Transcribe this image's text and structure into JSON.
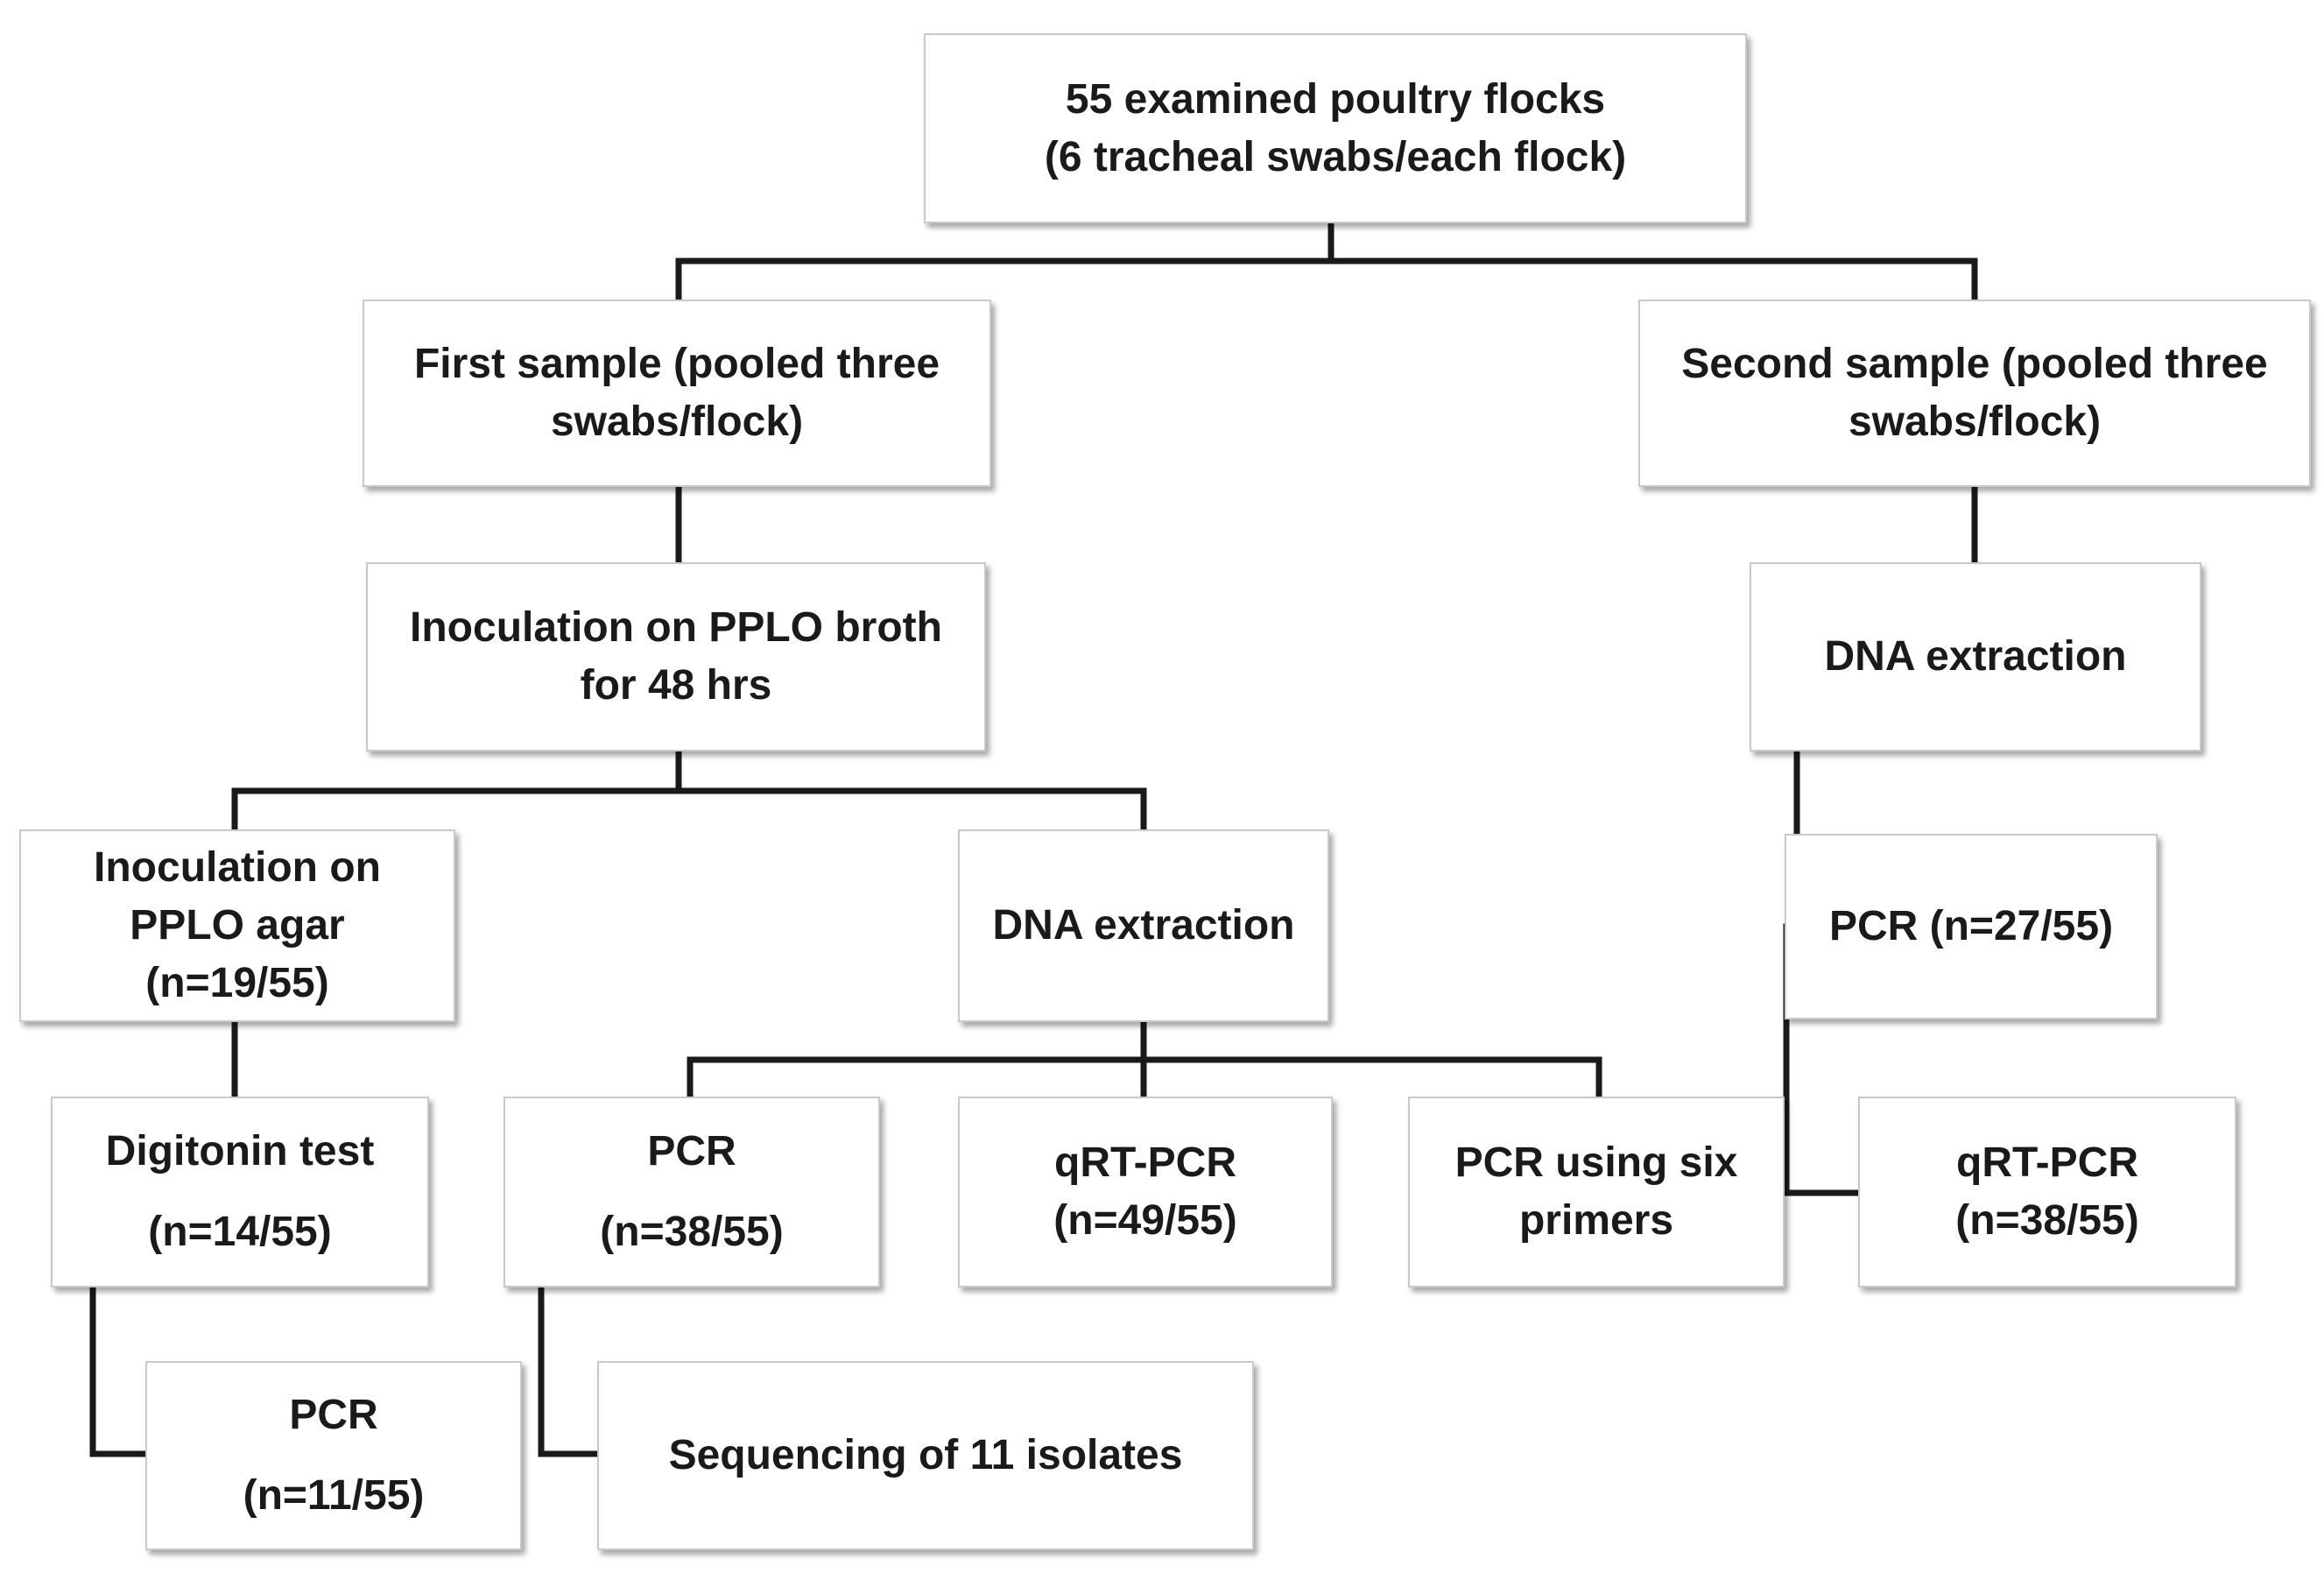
{
  "flowchart": {
    "root": [
      "55 examined poultry flocks",
      "(6 tracheal swabs/each flock)"
    ],
    "first_sample": [
      "First sample (pooled three",
      "swabs/flock)"
    ],
    "second_sample": [
      "Second sample (pooled three",
      "swabs/flock)"
    ],
    "inoculation_broth": [
      "Inoculation on PPLO broth",
      "for 48 hrs"
    ],
    "dna_extraction_right": [
      "DNA extraction"
    ],
    "inoculation_agar": [
      "Inoculation on",
      "PPLO agar",
      "(n=19/55)"
    ],
    "dna_extraction_mid": [
      "DNA extraction"
    ],
    "pcr_right": [
      "PCR (n=27/55)"
    ],
    "digitonin": [
      "Digitonin test",
      "(n=14/55)"
    ],
    "pcr_mid": [
      "PCR",
      "(n=38/55)"
    ],
    "qrtpcr_mid": [
      "qRT-PCR",
      "(n=49/55)"
    ],
    "pcr_six_primers": [
      "PCR using six",
      "primers"
    ],
    "qrtpcr_right": [
      "qRT-PCR",
      "(n=38/55)"
    ],
    "pcr_left": [
      "PCR",
      "(n=11/55)"
    ],
    "sequencing": [
      "Sequencing of 11 isolates"
    ]
  }
}
